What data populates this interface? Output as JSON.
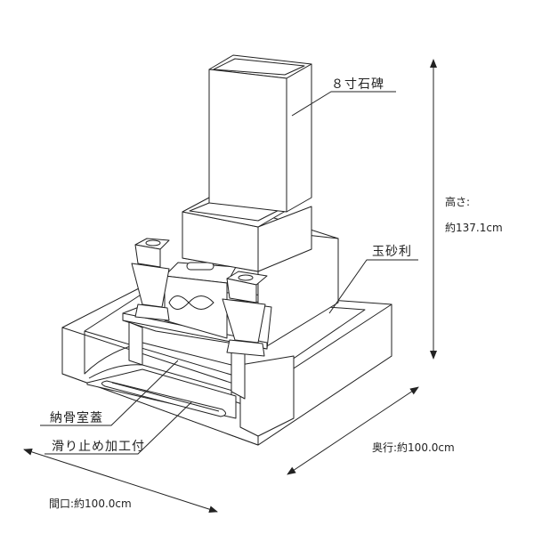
{
  "labels": {
    "stone": "８寸石碑",
    "gravel": "玉砂利",
    "lid": "納骨室蓋",
    "nonslip": "滑り止め加工付",
    "height_label": "高さ:",
    "height_value": "約137.1cm",
    "depth": "奥行:約100.0cm",
    "width": "間口:約100.0cm"
  },
  "colors": {
    "line": "#222222",
    "background": "#ffffff"
  }
}
